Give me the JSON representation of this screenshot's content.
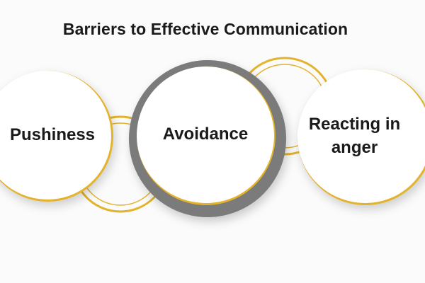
{
  "diagram": {
    "title": "Barriers to Effective Communication",
    "accent_color": "#e3b32c",
    "ring_color": "#7b7b7b",
    "items": [
      {
        "label": "Pushiness"
      },
      {
        "label": "Avoidance"
      },
      {
        "label": "Reacting in anger"
      }
    ]
  }
}
